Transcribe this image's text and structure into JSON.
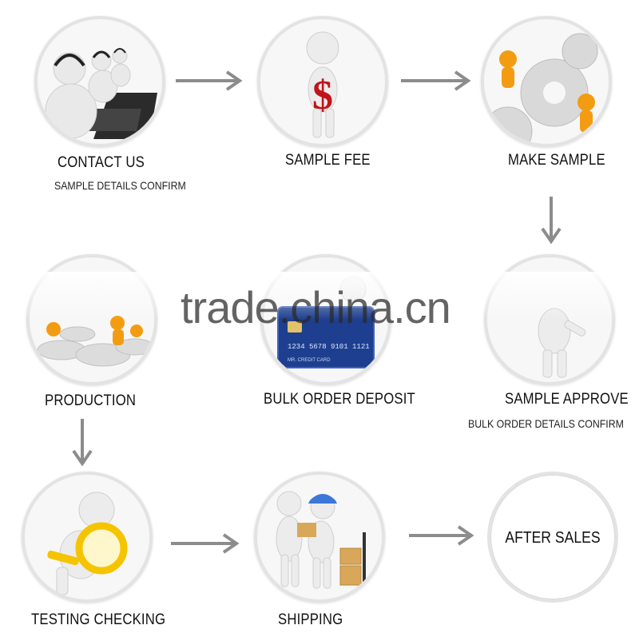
{
  "steps": [
    {
      "id": "contact-us",
      "label": "CONTACT US",
      "sub": "SAMPLE DETAILS CONFIRM"
    },
    {
      "id": "sample-fee",
      "label": "SAMPLE FEE"
    },
    {
      "id": "make-sample",
      "label": "MAKE SAMPLE"
    },
    {
      "id": "production",
      "label": "PRODUCTION"
    },
    {
      "id": "bulk-order-deposit",
      "label": "BULK ORDER DEPOSIT"
    },
    {
      "id": "sample-approve",
      "label": "SAMPLE APPROVE",
      "sub": "BULK ORDER DETAILS CONFIRM"
    },
    {
      "id": "testing-checking",
      "label": "TESTING CHECKING"
    },
    {
      "id": "shipping",
      "label": "SHIPPING"
    },
    {
      "id": "after-sales",
      "label": "AFTER SALES",
      "inner": "AFTER SALES"
    }
  ],
  "card": {
    "number": "1234 5678 9101 1121",
    "name": "MR. CREDIT CARD"
  },
  "watermark": "trade.china.cn",
  "colors": {
    "arrow": "#8c8c8c",
    "accent_orange": "#f39c12",
    "card_blue": "#1e3f8f",
    "dollar_red": "#c0141b"
  }
}
